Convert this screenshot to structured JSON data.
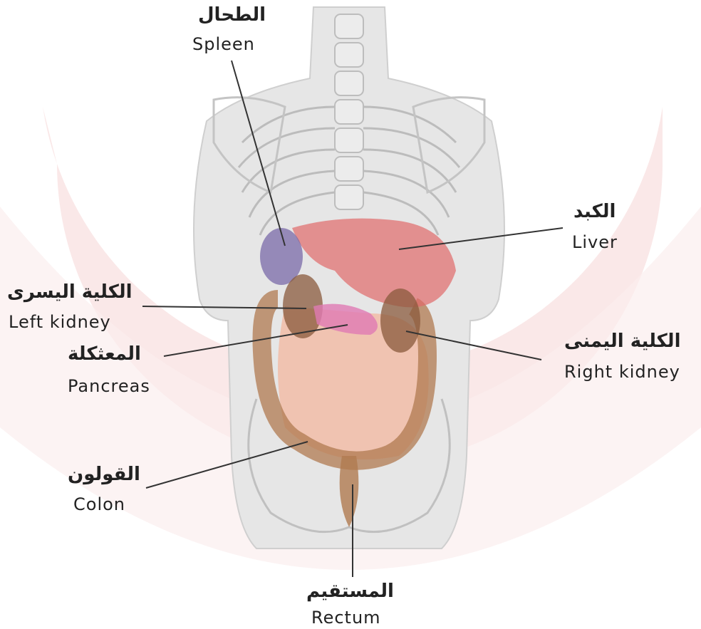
{
  "labels": {
    "spleen": {
      "ar": "الطحال",
      "en": "Spleen"
    },
    "liver": {
      "ar": "الكبد",
      "en": "Liver"
    },
    "left_kidney": {
      "ar": "الكلية اليسرى",
      "en": "Left kidney"
    },
    "pancreas": {
      "ar": "المعثكلة",
      "en": "Pancreas"
    },
    "right_kidney": {
      "ar": "الكلية اليمنى",
      "en": "Right kidney"
    },
    "colon": {
      "ar": "القولون",
      "en": "Colon"
    },
    "rectum": {
      "ar": "المستقيم",
      "en": "Rectum"
    }
  },
  "colors": {
    "background_arc": "#f7dede",
    "body": "#e4e4e4",
    "bone_outline": "#b7b7b7",
    "liver": "#e06a6a",
    "spleen": "#7a6aa8",
    "kidney": "#8a5a3c",
    "pancreas": "#e07ab4",
    "colon": "#b07a50",
    "intestine": "#f2a58a",
    "leader_line": "#333333"
  }
}
